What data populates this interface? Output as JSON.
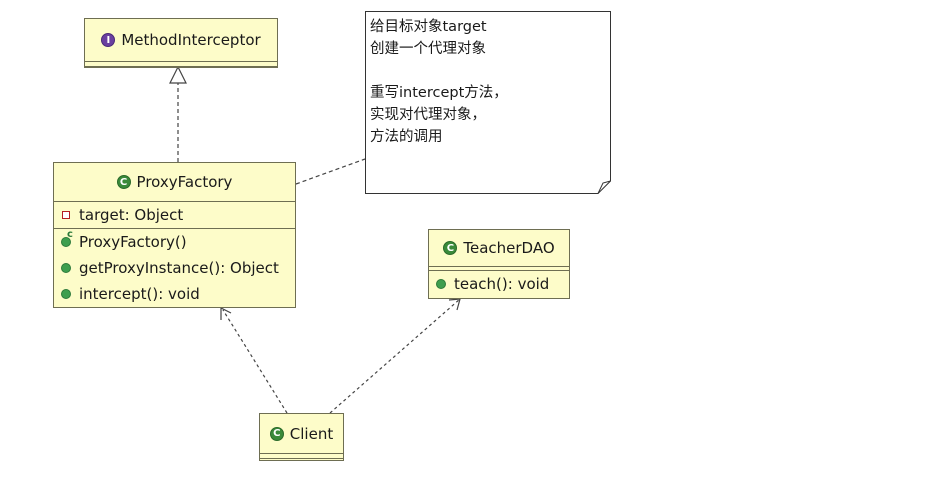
{
  "diagram": {
    "classes": {
      "method_interceptor": {
        "name": "MethodInterceptor",
        "stereotype_icon": "interface-badge-icon"
      },
      "proxy_factory": {
        "name": "ProxyFactory",
        "stereotype_icon": "class-badge-icon",
        "fields": [
          {
            "text": "target: Object",
            "visibility": "private"
          }
        ],
        "methods": [
          {
            "text": "ProxyFactory()",
            "visibility": "public-constructor"
          },
          {
            "text": "getProxyInstance(): Object",
            "visibility": "public"
          },
          {
            "text": "intercept(): void",
            "visibility": "public"
          }
        ]
      },
      "teacher_dao": {
        "name": "TeacherDAO",
        "stereotype_icon": "class-badge-icon",
        "methods": [
          {
            "text": "teach(): void",
            "visibility": "public"
          }
        ]
      },
      "client": {
        "name": "Client",
        "stereotype_icon": "class-badge-icon"
      }
    },
    "note": {
      "lines": [
        "给目标对象target",
        "创建一个代理对象",
        "",
        "重写intercept方法，",
        "实现对代理对象，",
        "方法的调用"
      ]
    },
    "relations": [
      {
        "from": "ProxyFactory",
        "to": "MethodInterceptor",
        "type": "realization"
      },
      {
        "from": "Client",
        "to": "ProxyFactory",
        "type": "dependency"
      },
      {
        "from": "Client",
        "to": "TeacherDAO",
        "type": "dependency"
      },
      {
        "from": "ProxyFactory",
        "to": "note",
        "type": "note-link"
      }
    ],
    "colors": {
      "class_fill": "#fdfcc9",
      "class_border": "#6e6e52",
      "interface_badge": "#6a3fa0",
      "class_badge": "#3a8a3a",
      "public_dot": "#3e9e4e",
      "private_square": "#b52020"
    }
  }
}
